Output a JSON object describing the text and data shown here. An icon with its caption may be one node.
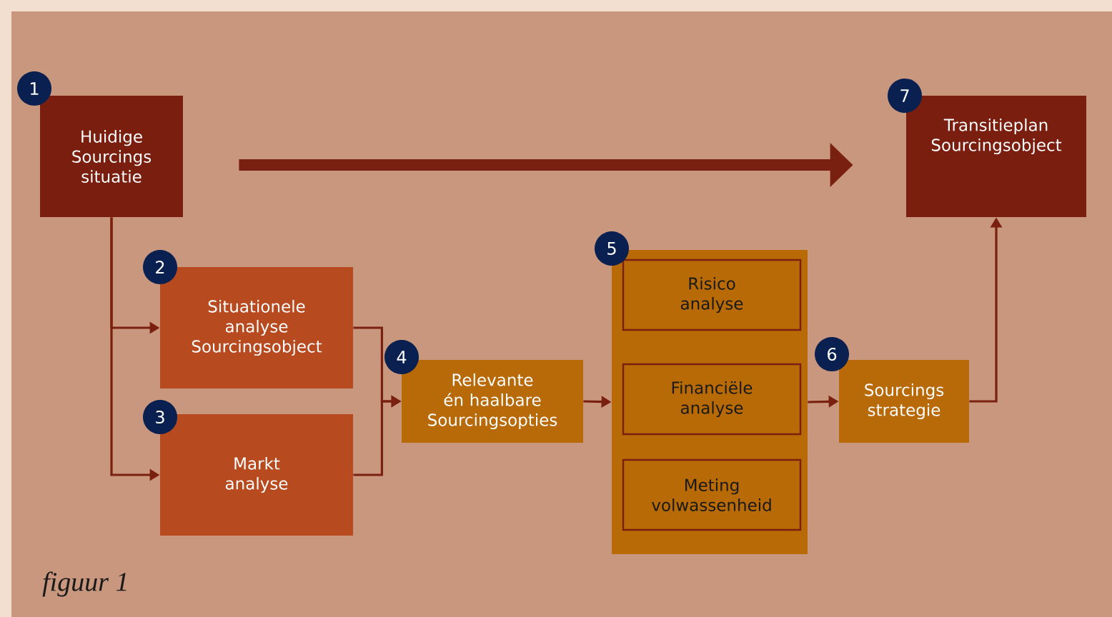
{
  "diagram": {
    "caption": "figuur 1",
    "nodes": [
      {
        "text": [
          "Huidige Sourcings situatie"
        ],
        "beside": [
          "1"
        ]
      },
      {
        "text": [
          "Situationele analyse Sourcingsobject"
        ],
        "beside": [
          "2"
        ]
      },
      {
        "text": [
          "Markt analyse"
        ],
        "beside": [
          "3"
        ]
      },
      {
        "text": [
          "Relevante én haalbare Sourcingsopties"
        ],
        "beside": [
          "4"
        ]
      },
      {
        "text": [],
        "shape": "box",
        "beside": [
          "5"
        ]
      },
      {
        "text": [
          "Risico analyse"
        ],
        "in": 4
      },
      {
        "text": [
          "Financiële analyse"
        ],
        "in": 4
      },
      {
        "text": [
          "Meting volwassenheid"
        ],
        "in": 4
      },
      {
        "text": [
          "Sourcings strategie"
        ],
        "beside": [
          "6"
        ]
      },
      {
        "text": [
          "Transitieplan Sourcingsobject"
        ],
        "beside": [
          "7"
        ]
      }
    ],
    "edges": [
      {
        "from": 0,
        "to": 1,
        "arrow": "to"
      },
      {
        "from": 0,
        "to": 2,
        "arrow": "to"
      },
      {
        "from": 1,
        "to": 3,
        "arrow": "to"
      },
      {
        "from": 2,
        "to": 3,
        "arrow": "to"
      },
      {
        "from": 3,
        "to": 4,
        "arrow": "to"
      },
      {
        "from": 4,
        "to": 8,
        "arrow": "to"
      },
      {
        "from": 8,
        "to": 9,
        "arrow": "to"
      },
      {
        "from": 0,
        "to": 9,
        "arrow": "to",
        "style": "thick"
      }
    ]
  }
}
